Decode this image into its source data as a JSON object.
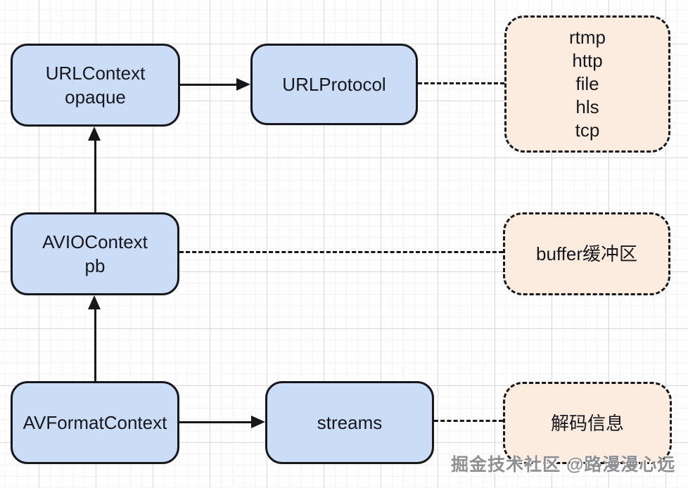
{
  "diagram": {
    "nodes": {
      "urlcontext": {
        "line1": "URLContext",
        "line2": "opaque"
      },
      "urlprotocol": {
        "label": "URLProtocol"
      },
      "protocols": {
        "lines": [
          "rtmp",
          "http",
          "file",
          "hls",
          "tcp"
        ]
      },
      "aviocontext": {
        "line1": "AVIOContext",
        "line2": "pb"
      },
      "buffer": {
        "label": "buffer缓冲区"
      },
      "avformatcontext": {
        "label": "AVFormatContext"
      },
      "streams": {
        "label": "streams"
      },
      "decode_info": {
        "label": "解码信息"
      }
    },
    "watermark": "掘金技术社区 @路漫漫心远",
    "colors": {
      "node_fill_blue": "#cbdcf7",
      "node_fill_peach": "#fcecdf",
      "node_border": "#17181c",
      "text": "#16181d",
      "grid_minor": "#f3f3f6",
      "grid_major": "#dadade",
      "watermark_text": "#909094"
    }
  }
}
